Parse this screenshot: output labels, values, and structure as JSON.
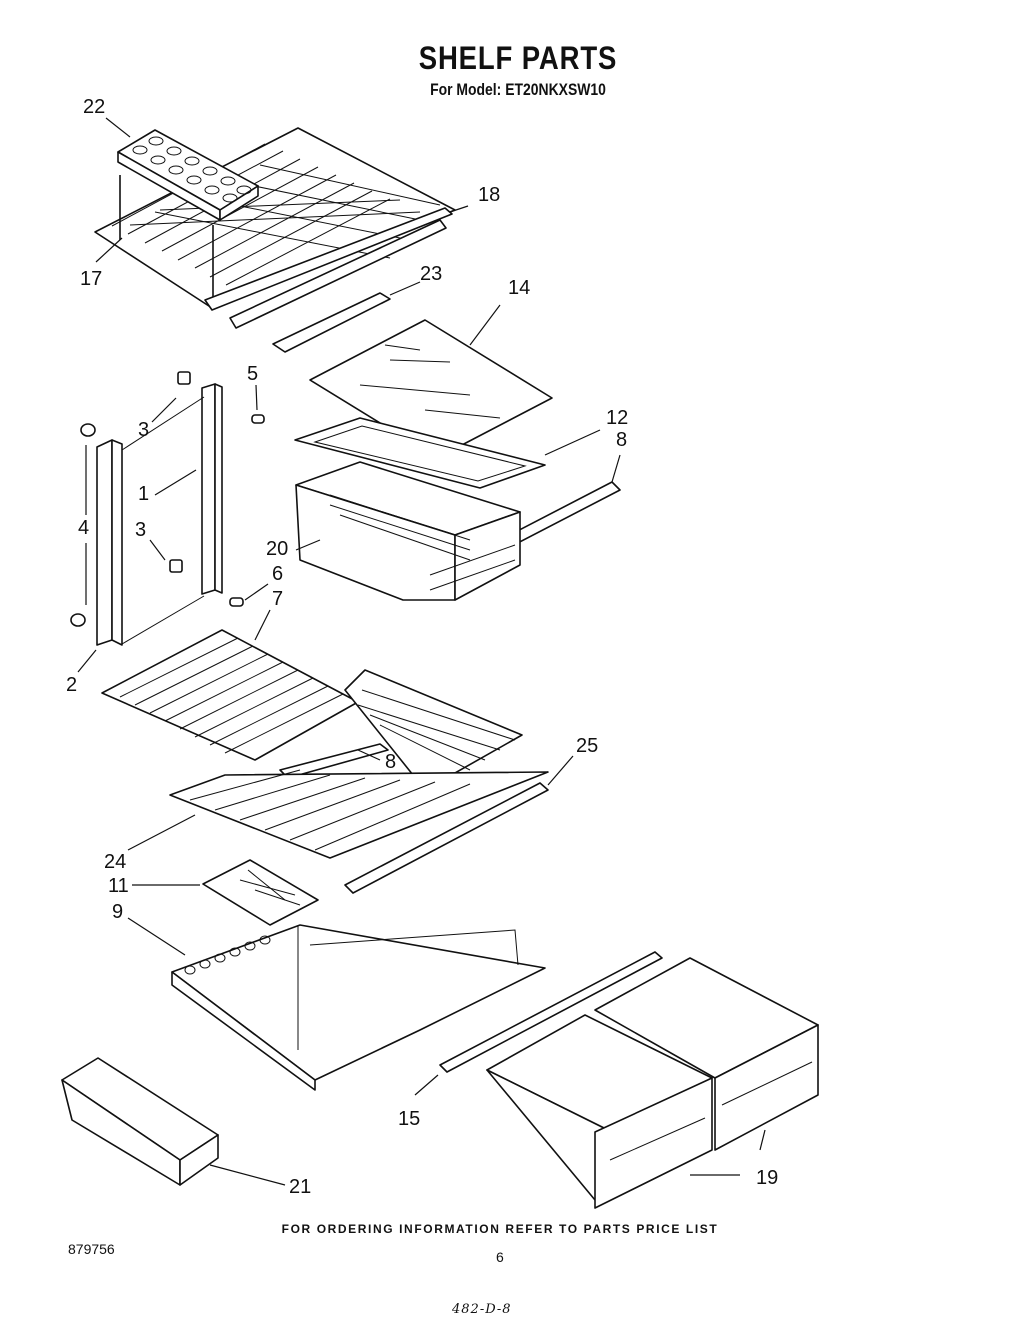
{
  "header": {
    "title": "SHELF PARTS",
    "model_line": "For Model: ET20NKXSW10"
  },
  "footer": {
    "ordering_note": "FOR ORDERING INFORMATION REFER TO PARTS PRICE LIST",
    "document_number": "879756",
    "page_number": "6",
    "handwritten_note": "482-D-8"
  },
  "callouts": {
    "c22": "22",
    "c18": "18",
    "c17": "17",
    "c23": "23",
    "c14": "14",
    "c5": "5",
    "c3a": "3",
    "c12": "12",
    "c8a": "8",
    "c4": "4",
    "c1": "1",
    "c3b": "3",
    "c20": "20",
    "c6": "6",
    "c7": "7",
    "c2": "2",
    "c25": "25",
    "c8b": "8",
    "c24": "24",
    "c11": "11",
    "c9": "9",
    "c15": "15",
    "c19": "19",
    "c21": "21"
  }
}
